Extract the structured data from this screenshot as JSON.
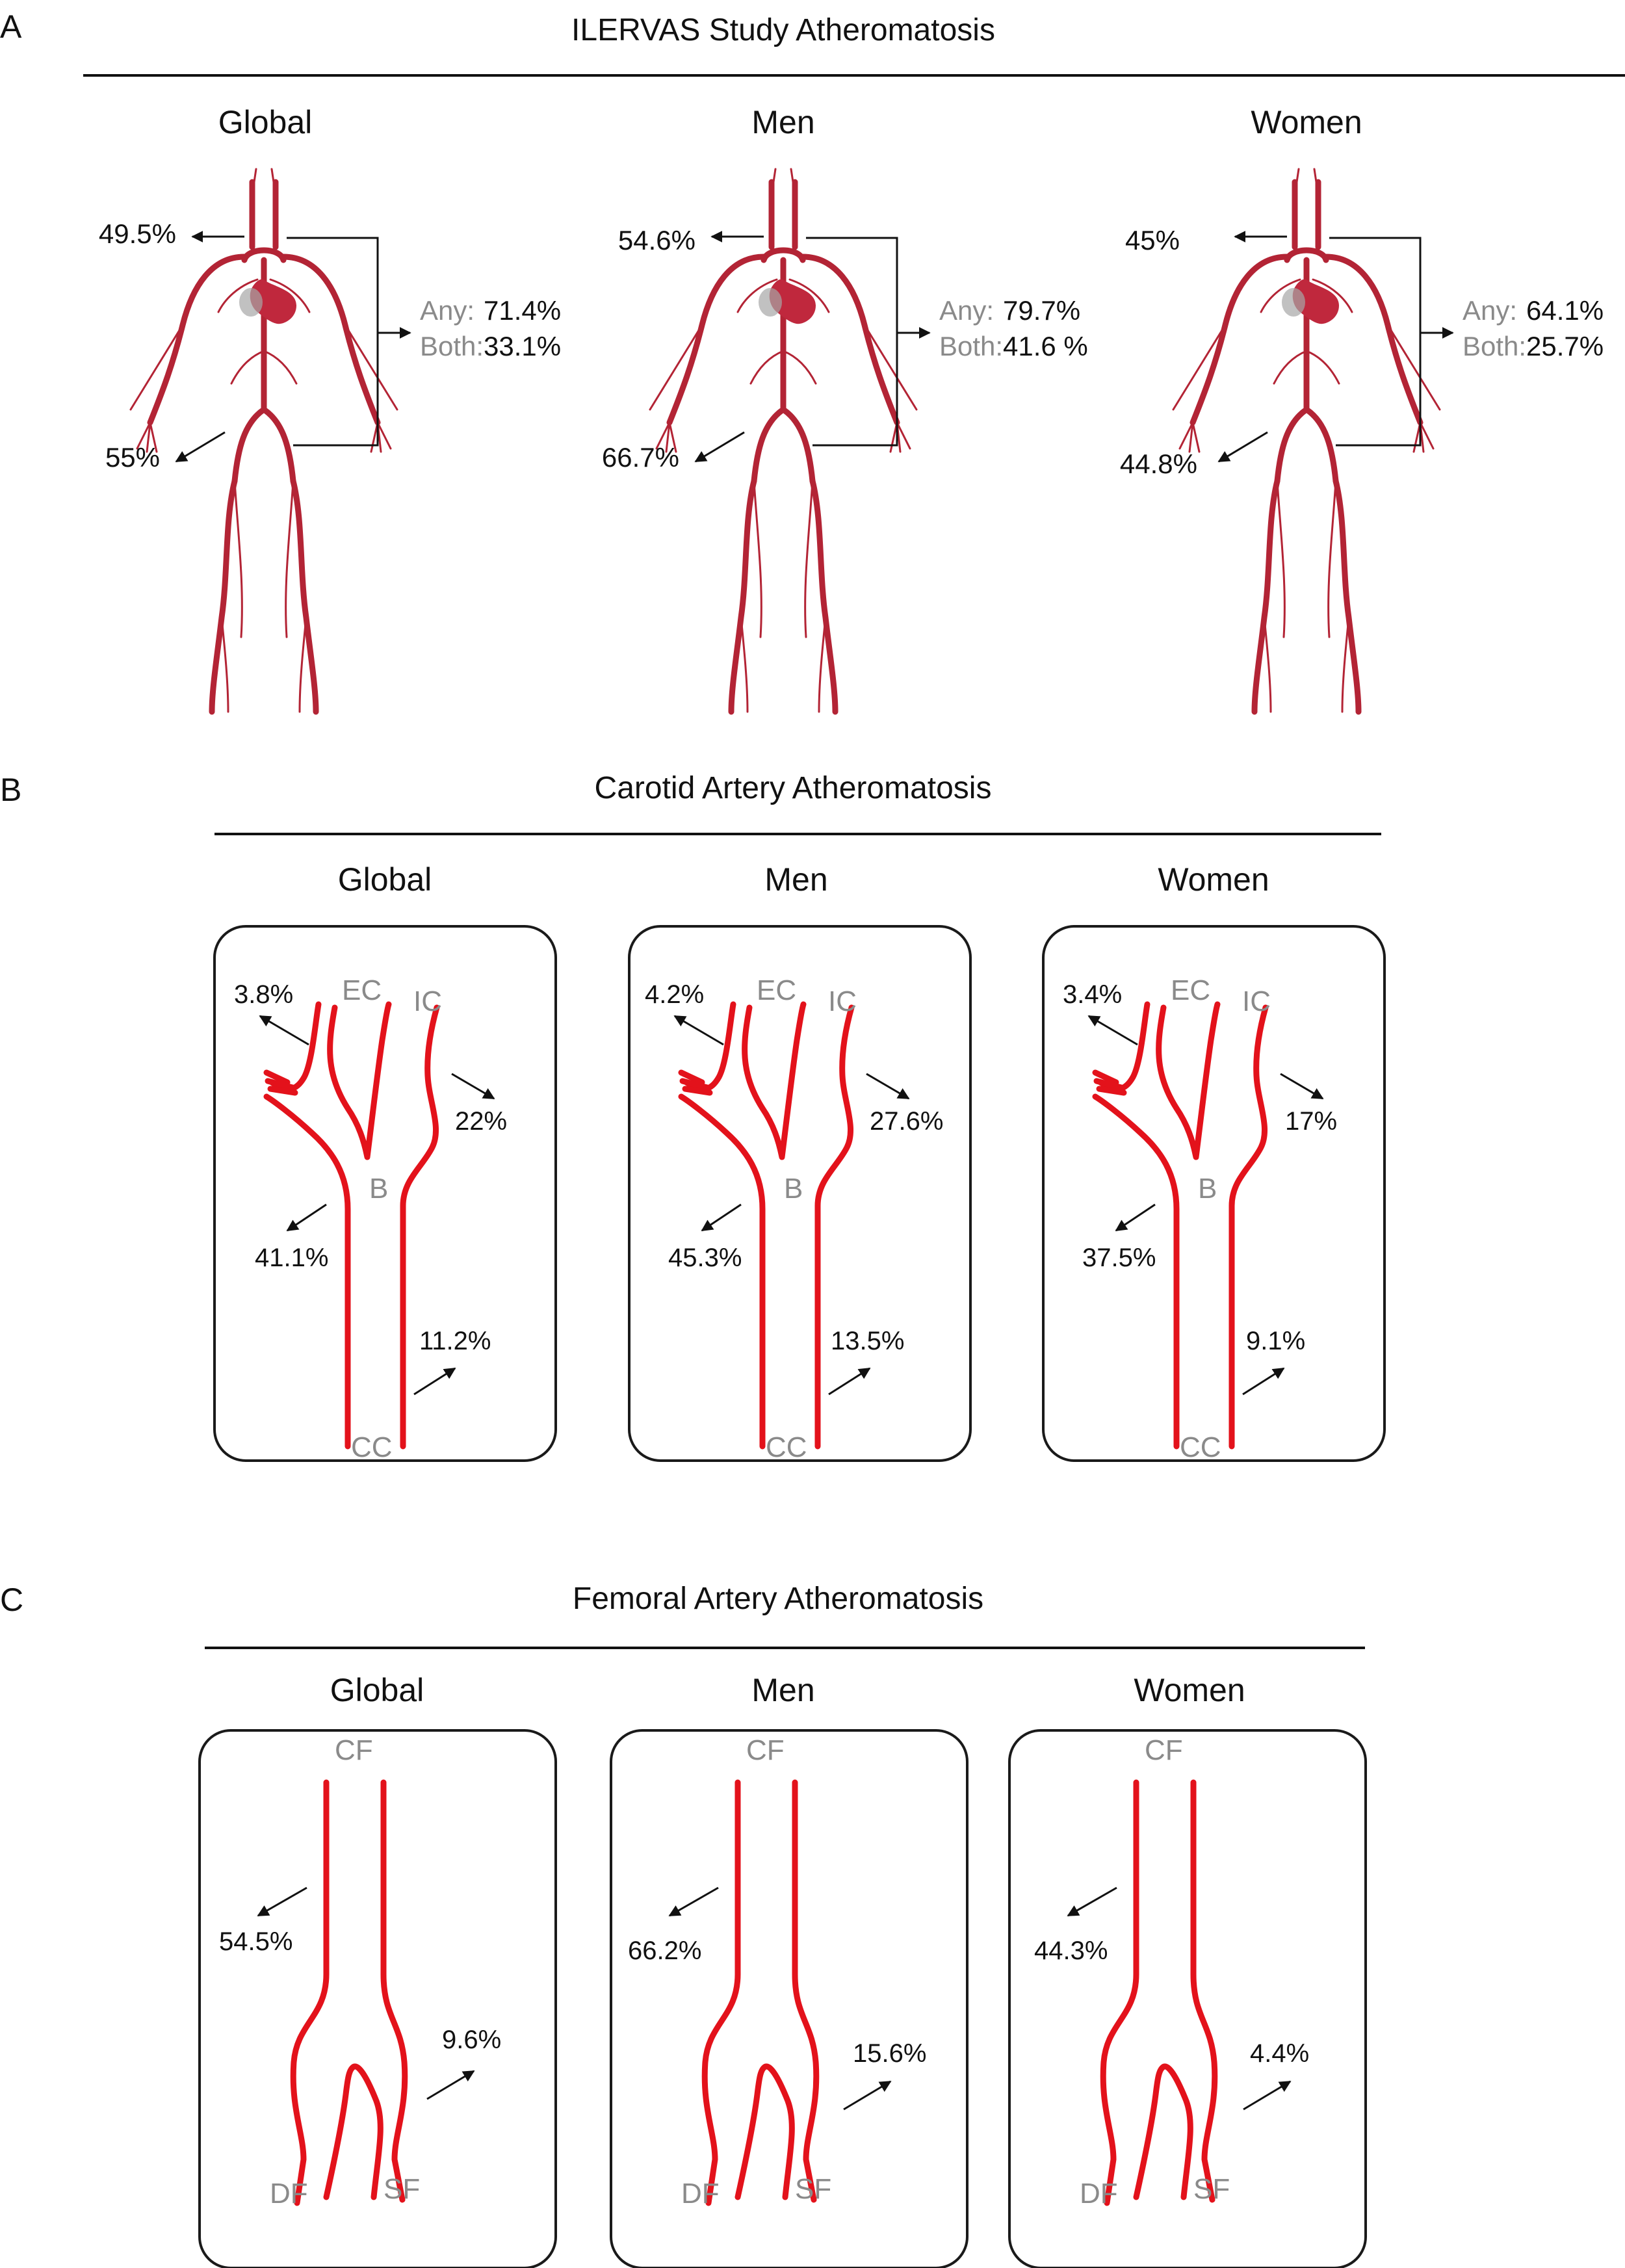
{
  "colors": {
    "artery": "#e3121b",
    "anatomy": "#b32435",
    "heart": "#c0283d",
    "label_gray": "#8a8a8a"
  },
  "sections": {
    "a": {
      "letter": "A",
      "title": "ILERVAS Study Atheromatosis"
    },
    "b": {
      "letter": "B",
      "title": "Carotid Artery Atheromatosis"
    },
    "c": {
      "letter": "C",
      "title": "Femoral Artery Atheromatosis"
    }
  },
  "group_labels": [
    "Global",
    "Men",
    "Women"
  ],
  "overall": [
    {
      "group": "Global",
      "carotid": "49.5%",
      "femoral": "55%",
      "any_label": "Any:",
      "any": "71.4%",
      "both_label": "Both:",
      "both": "33.1%"
    },
    {
      "group": "Men",
      "carotid": "54.6%",
      "femoral": "66.7%",
      "any_label": "Any:",
      "any": "79.7%",
      "both_label": "Both:",
      "both": "41.6 %"
    },
    {
      "group": "Women",
      "carotid": "45%",
      "femoral": "44.8%",
      "any_label": "Any:",
      "any": "64.1%",
      "both_label": "Both:",
      "both": "25.7%"
    }
  ],
  "carotid_segment_labels": {
    "ec": "EC",
    "ic": "IC",
    "b": "B",
    "cc": "CC"
  },
  "carotid": [
    {
      "group": "Global",
      "ec": "3.8%",
      "ic": "22%",
      "bifurcation": "41.1%",
      "cc": "11.2%"
    },
    {
      "group": "Men",
      "ec": "4.2%",
      "ic": "27.6%",
      "bifurcation": "45.3%",
      "cc": "13.5%"
    },
    {
      "group": "Women",
      "ec": "3.4%",
      "ic": "17%",
      "bifurcation": "37.5%",
      "cc": "9.1%"
    }
  ],
  "femoral_segment_labels": {
    "cf": "CF",
    "df": "DF",
    "sf": "SF"
  },
  "femoral": [
    {
      "group": "Global",
      "cf": "54.5%",
      "sf": "9.6%"
    },
    {
      "group": "Men",
      "cf": "66.2%",
      "sf": "15.6%"
    },
    {
      "group": "Women",
      "cf": "44.3%",
      "sf": "4.4%"
    }
  ]
}
